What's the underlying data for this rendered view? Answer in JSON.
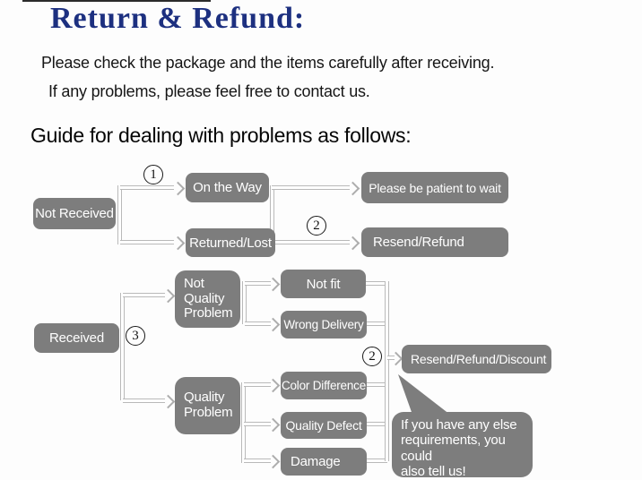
{
  "header": {
    "title": "Return & Refund:",
    "intro_line1": "Please check the package and the items carefully after receiving.",
    "intro_line2": "If any problems, please feel free to contact us.",
    "guide_heading": "Guide for dealing with problems as follows:"
  },
  "colors": {
    "title": "#1d3080",
    "node_bg": "#7d7d7d",
    "node_text": "#ffffff",
    "connector": "#b9b9b9"
  },
  "flow": {
    "badges": {
      "step1": "1",
      "step2": "2",
      "step3": "3"
    },
    "nodes": {
      "not_received": "Not Received",
      "on_the_way": "On the Way",
      "returned_lost": "Returned/Lost",
      "please_be_patient": "Please be patient to wait",
      "resend_refund": "Resend/Refund",
      "received": "Received",
      "not_quality_problem": "Not\nQuality\nProblem",
      "quality_problem": "Quality\nProblem",
      "not_fit": "Not fit",
      "wrong_delivery": "Wrong Delivery",
      "color_difference": "Color Difference",
      "quality_defect": "Quality Defect",
      "damage": "Damage",
      "resend_refund_discount": "Resend/Refund/Discount"
    },
    "note_bubble": "If you have any else\nrequirements, you could\nalso tell us!"
  }
}
